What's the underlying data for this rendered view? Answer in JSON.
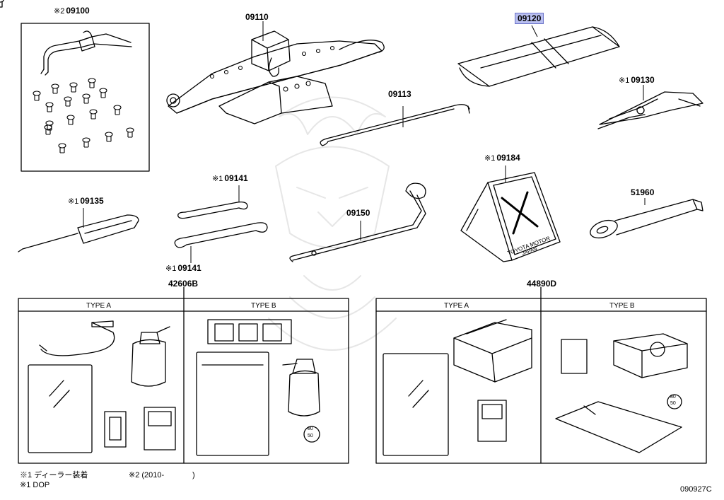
{
  "mark": "※",
  "callouts": [
    {
      "id": "09100",
      "prefix": "※2"
    },
    {
      "id": "09110",
      "prefix": ""
    },
    {
      "id": "09120",
      "prefix": "",
      "selected": true
    },
    {
      "id": "09130",
      "prefix": "※1"
    },
    {
      "id": "09113",
      "prefix": ""
    },
    {
      "id": "09184",
      "prefix": "※1"
    },
    {
      "id": "51960",
      "prefix": ""
    },
    {
      "id": "09141",
      "prefix": "※1"
    },
    {
      "id": "09135",
      "prefix": "※1"
    },
    {
      "id": "09150",
      "prefix": ""
    },
    {
      "id": "09141",
      "prefix": "※1"
    },
    {
      "id": "42606B",
      "prefix": ""
    },
    {
      "id": "44890D",
      "prefix": ""
    }
  ],
  "kits": {
    "left": {
      "type_a": "TYPE A",
      "type_b": "TYPE B"
    },
    "right": {
      "type_a": "TYPE A",
      "type_b": "TYPE B"
    }
  },
  "triangle_text": {
    "line1": "TOYOTA MOTOR",
    "line2": "JAPAN"
  },
  "speed_sticker": {
    "top": "80",
    "bottom": "50"
  },
  "footnotes": {
    "note1": "※1 ディーラー装着",
    "note2": "※2 (2010-",
    "note2_close": ")",
    "note3": "※1 DOP"
  },
  "drawing_code": "090927C"
}
